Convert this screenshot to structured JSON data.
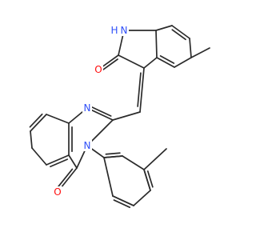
{
  "colors": {
    "bond": "#2b2b2b",
    "nitrogen": "#3050f8",
    "oxygen": "#ff0d0d",
    "background": "#ffffff"
  },
  "atom_labels": {
    "nh": "H",
    "n_indole": "N",
    "o_indole": "O",
    "n_quin_1": "N",
    "n_quin_3": "N",
    "o_quin": "O"
  }
}
